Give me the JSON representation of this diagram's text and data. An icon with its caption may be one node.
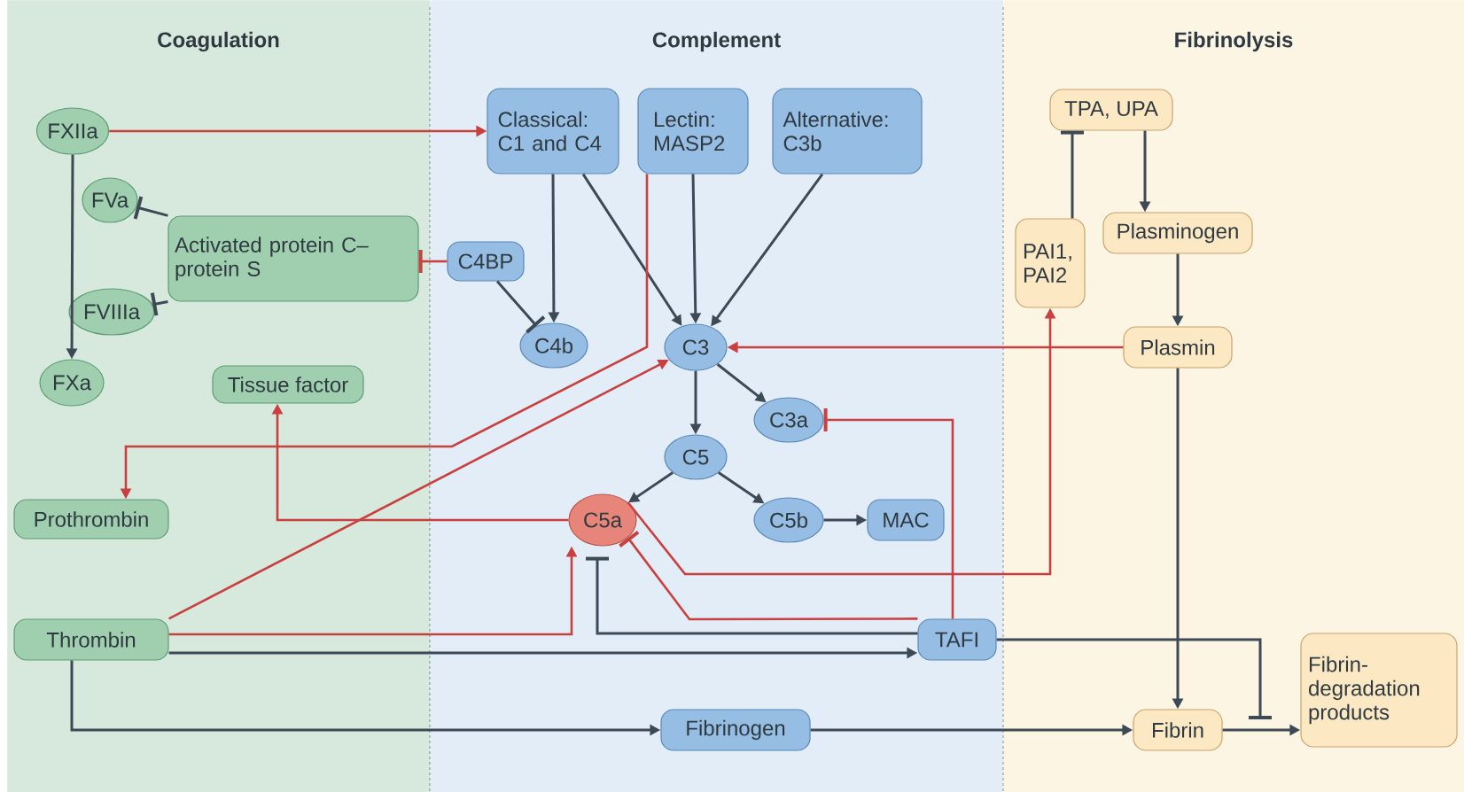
{
  "diagram": {
    "nodes": [
      {
        "text": [
          "Coagulation"
        ]
      },
      {
        "text": [
          "FXIIa"
        ],
        "in": 0
      },
      {
        "text": [
          "FVa"
        ],
        "in": 0
      },
      {
        "text": [
          "Activated protein C–protein S"
        ],
        "in": 0
      },
      {
        "text": [
          "FVIIIa"
        ],
        "in": 0
      },
      {
        "text": [
          "FXa"
        ],
        "in": 0
      },
      {
        "text": [
          "Tissue factor"
        ],
        "in": 0
      },
      {
        "text": [
          "Prothrombin"
        ],
        "in": 0
      },
      {
        "text": [
          "Thrombin"
        ],
        "in": 0
      },
      {
        "text": [
          "Complement"
        ]
      },
      {
        "text": [
          "Classical: C1 and C4"
        ],
        "in": 9
      },
      {
        "text": [
          "Lectin: MASP2"
        ],
        "in": 9
      },
      {
        "text": [
          "Alternative: C3b"
        ],
        "in": 9
      },
      {
        "text": [
          "C4BP"
        ],
        "in": 9
      },
      {
        "text": [
          "C4b"
        ],
        "in": 9
      },
      {
        "text": [
          "C3"
        ],
        "in": 9
      },
      {
        "text": [
          "C3a"
        ],
        "in": 9
      },
      {
        "text": [
          "C5"
        ],
        "in": 9
      },
      {
        "text": [
          "C5a"
        ],
        "in": 9
      },
      {
        "text": [
          "C5b"
        ],
        "in": 9
      },
      {
        "text": [
          "MAC"
        ],
        "in": 9
      },
      {
        "text": [
          "TAFI"
        ],
        "in": 9
      },
      {
        "text": [
          "Fibrinogen"
        ],
        "in": 9
      },
      {
        "text": [
          "Fibrinolysis"
        ]
      },
      {
        "text": [
          "TPA, UPA"
        ],
        "in": 23
      },
      {
        "text": [
          "PAI1, PAI2"
        ],
        "in": 23
      },
      {
        "text": [
          "Plasminogen"
        ],
        "in": 23
      },
      {
        "text": [
          "Plasmin"
        ],
        "in": 23
      },
      {
        "text": [
          "Fibrin"
        ],
        "in": 23
      },
      {
        "text": [
          "Fibrin-degradation products"
        ],
        "in": 23
      }
    ],
    "edges": [
      {
        "from": 1,
        "to": 10,
        "arrow": "to",
        "color": "#c94040"
      },
      {
        "from": 1,
        "to": 5,
        "arrow": "to"
      },
      {
        "from": 3,
        "to": 2,
        "arrow": "other"
      },
      {
        "from": 3,
        "to": 4,
        "arrow": "other"
      },
      {
        "from": 13,
        "to": 3,
        "arrow": "other",
        "color": "#c94040"
      },
      {
        "from": 10,
        "to": 14,
        "arrow": "to"
      },
      {
        "from": 10,
        "to": 15,
        "arrow": "to"
      },
      {
        "from": 11,
        "to": 15,
        "arrow": "to"
      },
      {
        "from": 12,
        "to": 15,
        "arrow": "to"
      },
      {
        "from": 13,
        "to": 14,
        "arrow": "other"
      },
      {
        "from": 11,
        "to": 7,
        "arrow": "to",
        "color": "#c94040"
      },
      {
        "from": 8,
        "to": 15,
        "arrow": "to",
        "color": "#c94040"
      },
      {
        "from": 27,
        "to": 15,
        "arrow": "to",
        "color": "#c94040"
      },
      {
        "from": 15,
        "to": 16,
        "arrow": "to"
      },
      {
        "from": 15,
        "to": 17,
        "arrow": "to"
      },
      {
        "from": 17,
        "to": 18,
        "arrow": "to"
      },
      {
        "from": 17,
        "to": 19,
        "arrow": "to"
      },
      {
        "from": 19,
        "to": 20,
        "arrow": "to"
      },
      {
        "from": 21,
        "to": 16,
        "arrow": "other",
        "color": "#c94040"
      },
      {
        "from": 18,
        "to": 6,
        "arrow": "to",
        "color": "#c94040"
      },
      {
        "from": 8,
        "to": 18,
        "arrow": "to",
        "color": "#c94040"
      },
      {
        "from": 8,
        "to": 21,
        "arrow": "to"
      },
      {
        "from": 21,
        "to": 18,
        "arrow": "other",
        "color": "#c94040"
      },
      {
        "from": 21,
        "to": 18,
        "arrow": "other"
      },
      {
        "from": 18,
        "to": 25,
        "arrow": "to",
        "color": "#c94040"
      },
      {
        "from": 25,
        "to": 24,
        "arrow": "other"
      },
      {
        "from": 24,
        "to": 26,
        "arrow": "to"
      },
      {
        "from": 26,
        "to": 27,
        "arrow": "to"
      },
      {
        "from": 27,
        "to": 28,
        "arrow": "to"
      },
      {
        "from": 8,
        "to": 22,
        "arrow": "to"
      },
      {
        "from": 22,
        "to": 28,
        "arrow": "to"
      },
      {
        "from": 28,
        "to": 29,
        "arrow": "to"
      },
      {
        "from": 21,
        "to": null,
        "arrow": "other"
      }
    ]
  }
}
